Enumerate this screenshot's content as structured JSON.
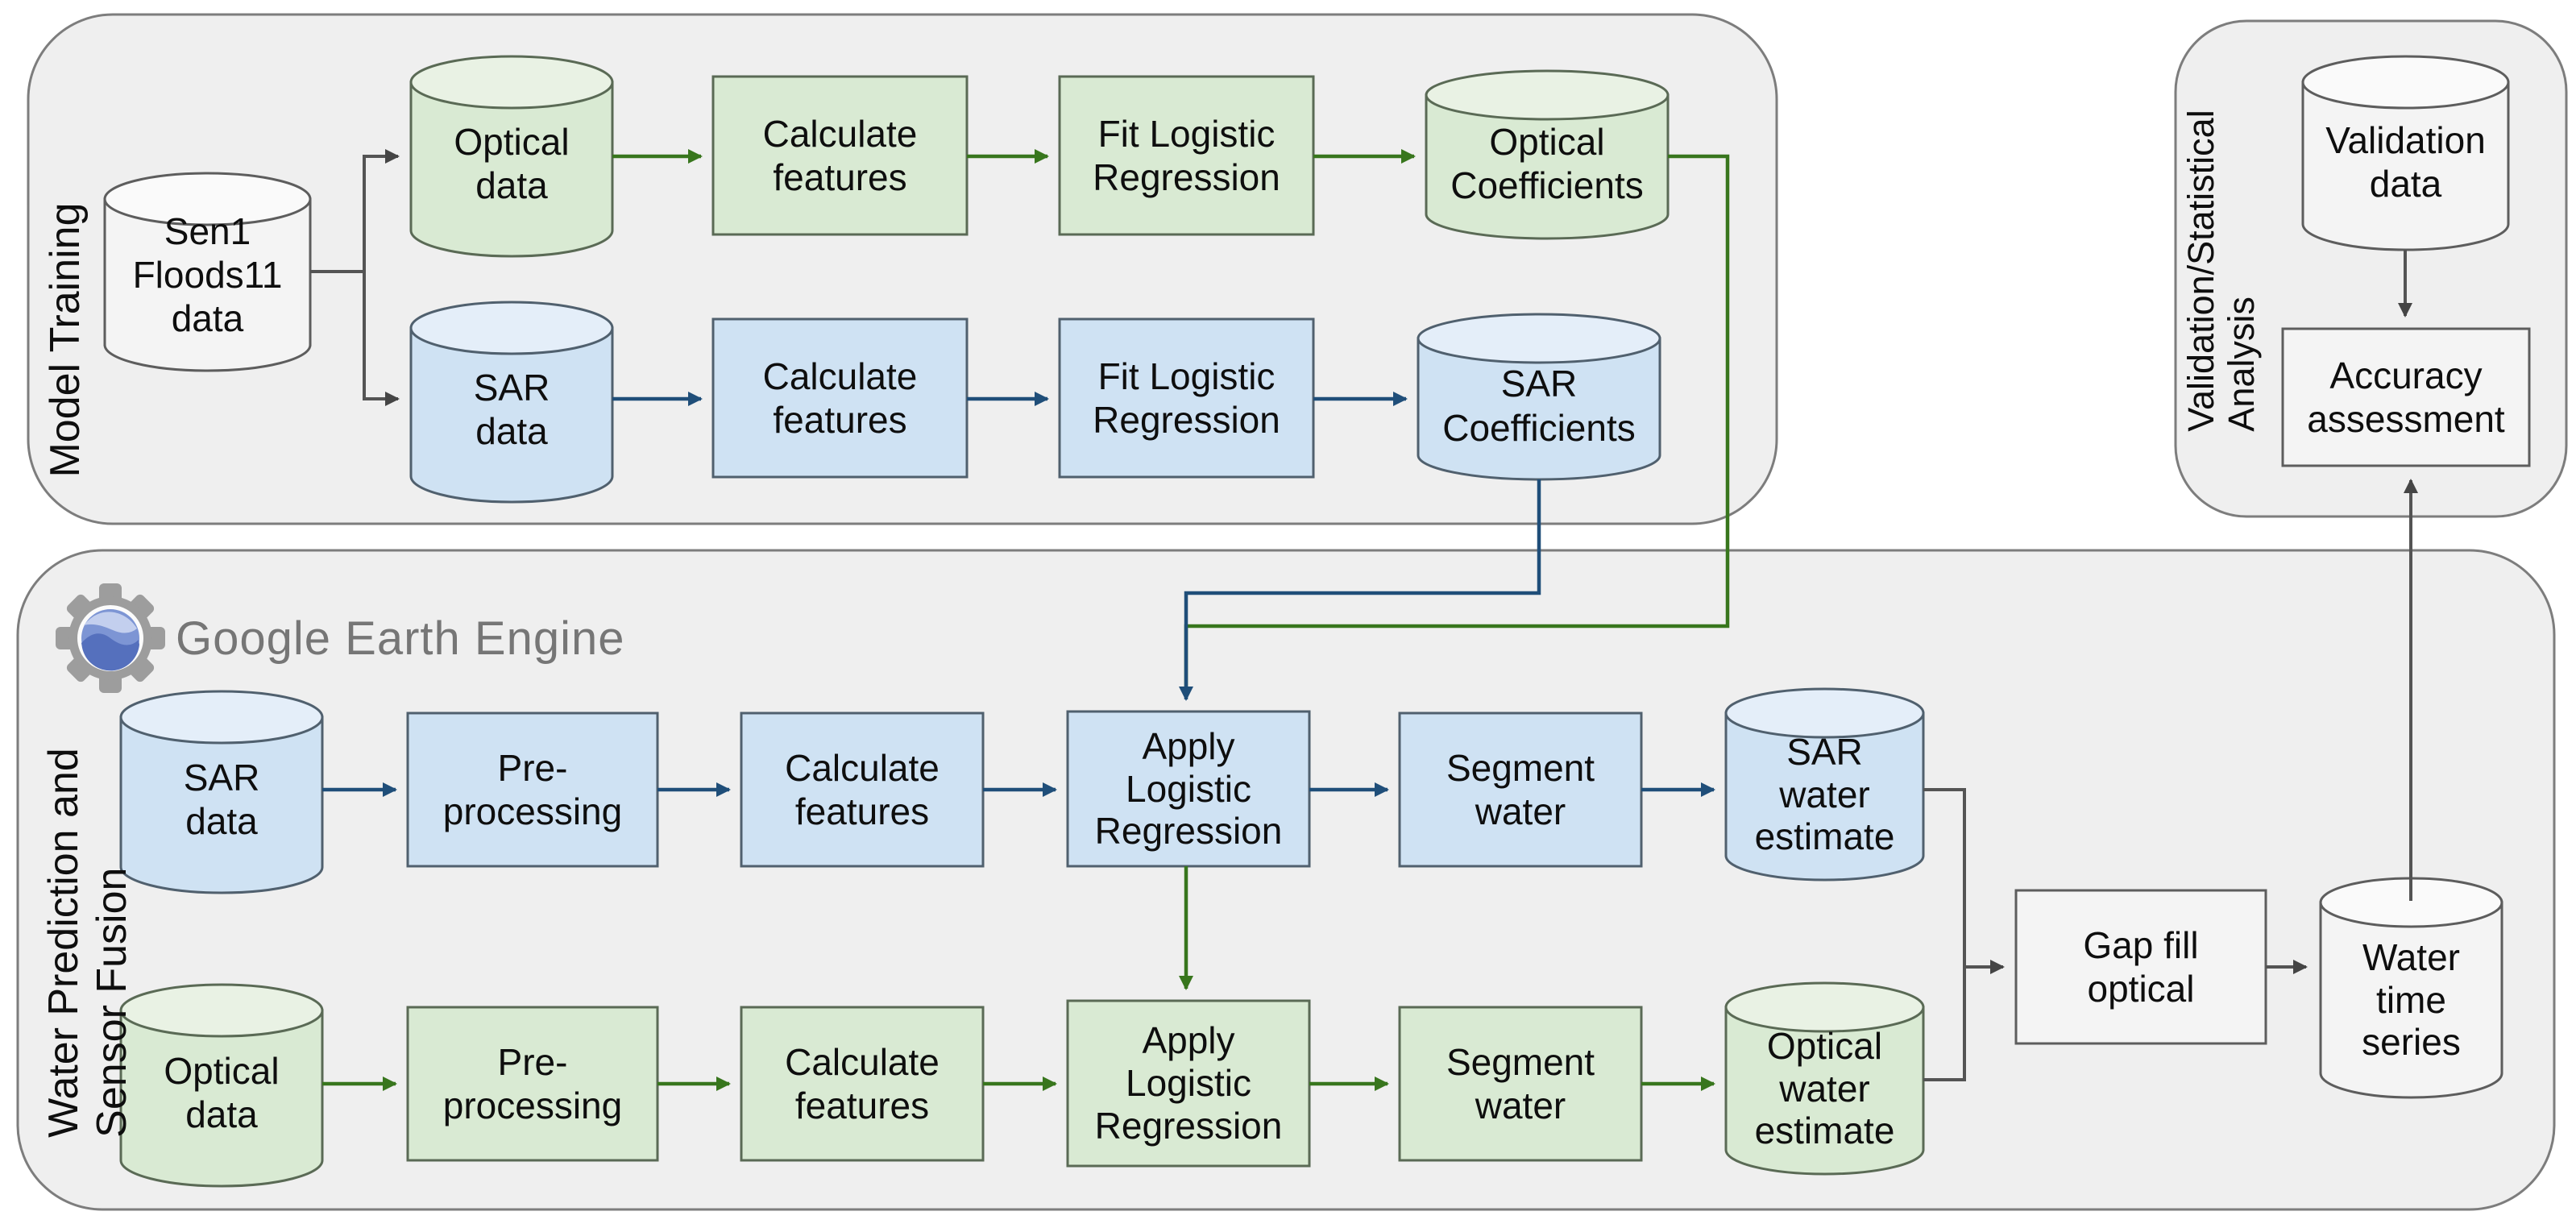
{
  "palette": {
    "section_bg": "#efefef",
    "section_border": "#7d7d7d",
    "green_fill": "#d9ead3",
    "blue_fill": "#cfe2f3",
    "white_fill": "#f4f4f4",
    "arrow_blue": "#1f4e79",
    "arrow_green": "#38761d",
    "arrow_gray": "#545454",
    "text": "#0e0e0e",
    "gee_text_gray": "#767676",
    "gee_gear_gray": "#9d9d9d",
    "gee_globe_blue": "#7d95d4"
  },
  "sections": {
    "model_training": {
      "label": "Model Training"
    },
    "validation": {
      "label": "Validation/Statistical\nAnalysis"
    },
    "water_prediction": {
      "label": "Water Prediction and\nSensor Fusion",
      "logo_text": "Google Earth Engine"
    }
  },
  "nodes": {
    "sen1": {
      "label": "Sen1\nFloods11\ndata"
    },
    "optical_data_mt": {
      "label": "Optical\ndata"
    },
    "sar_data_mt": {
      "label": "SAR\ndata"
    },
    "calc_features_opt_mt": {
      "label": "Calculate\nfeatures"
    },
    "calc_features_sar_mt": {
      "label": "Calculate\nfeatures"
    },
    "fit_lr_opt": {
      "label": "Fit Logistic\nRegression"
    },
    "fit_lr_sar": {
      "label": "Fit Logistic\nRegression"
    },
    "optical_coefficients": {
      "label": "Optical\nCoefficients"
    },
    "sar_coefficients": {
      "label": "SAR\nCoefficients"
    },
    "validation_data": {
      "label": "Validation\ndata"
    },
    "accuracy_assessment": {
      "label": "Accuracy\nassessment"
    },
    "sar_data_wp": {
      "label": "SAR\ndata"
    },
    "preprocessing_sar": {
      "label": "Pre-\nprocessing"
    },
    "calc_features_sar_wp": {
      "label": "Calculate\nfeatures"
    },
    "apply_lr_sar": {
      "label": "Apply\nLogistic\nRegression"
    },
    "segment_water_sar": {
      "label": "Segment\nwater"
    },
    "sar_water_estimate": {
      "label": "SAR\nwater\nestimate"
    },
    "optical_data_wp": {
      "label": "Optical\ndata"
    },
    "preprocessing_opt": {
      "label": "Pre-\nprocessing"
    },
    "calc_features_opt_wp": {
      "label": "Calculate\nfeatures"
    },
    "apply_lr_opt": {
      "label": "Apply\nLogistic\nRegression"
    },
    "segment_water_opt": {
      "label": "Segment\nwater"
    },
    "optical_water_estimate": {
      "label": "Optical\nwater\nestimate"
    },
    "gap_fill_optical": {
      "label": "Gap fill\noptical"
    },
    "water_time_series": {
      "label": "Water\ntime\nseries"
    }
  }
}
